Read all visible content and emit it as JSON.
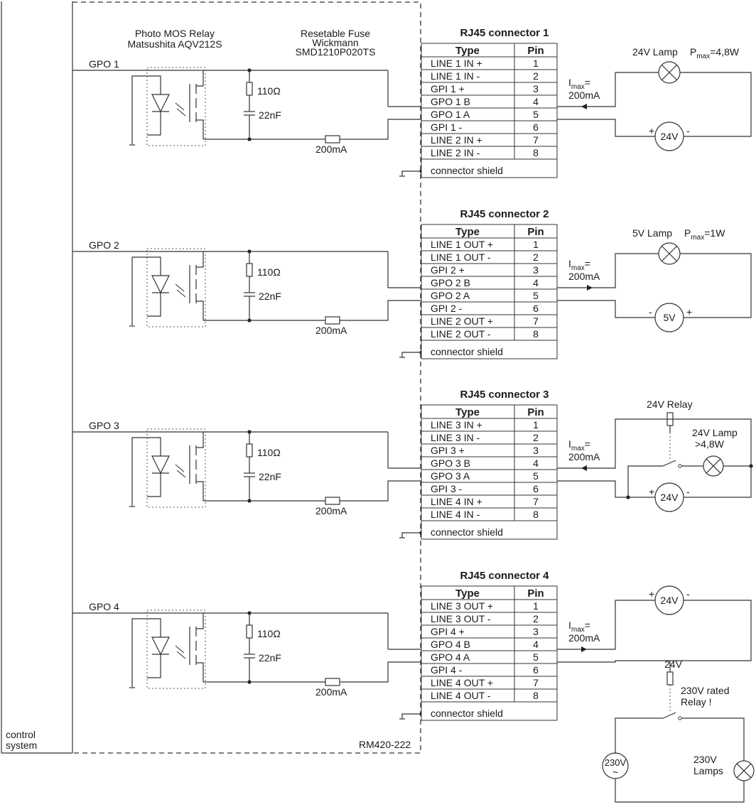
{
  "labels": {
    "relay_line1": "Photo MOS Relay",
    "relay_line2": "Matsushita AQV212S",
    "fuse_line1": "Resetable Fuse",
    "fuse_line2": "Wickmann",
    "fuse_line3": "SMD1210P020TS",
    "control_line1": "control",
    "control_line2": "system",
    "board_id": "RM420-222",
    "resistor": "110",
    "ohm": "Ω",
    "capacitor": "22nF",
    "fuse_rating": "200mA",
    "imax_main": "I",
    "imax_sub": "max",
    "imax_eq": "=",
    "imax_value": "200mA",
    "col_type": "Type",
    "col_pin": "Pin",
    "shield": "connector shield"
  },
  "sections": [
    {
      "gpo": "GPO 1",
      "title": "RJ45 connector 1",
      "rows": [
        {
          "type": "LINE 1 IN +",
          "pin": "1"
        },
        {
          "type": "LINE 1 IN -",
          "pin": "2"
        },
        {
          "type": "GPI 1 +",
          "pin": "3"
        },
        {
          "type": "GPO 1 B",
          "pin": "4"
        },
        {
          "type": "GPO 1 A",
          "pin": "5"
        },
        {
          "type": "GPI 1 -",
          "pin": "6"
        },
        {
          "type": "LINE 2 IN +",
          "pin": "7"
        },
        {
          "type": "LINE 2 IN -",
          "pin": "8"
        }
      ],
      "load": {
        "lamp": "24V Lamp",
        "pmax_p": "P",
        "pmax_sub": "max",
        "pmax_val": "=4,8W",
        "source": "24V",
        "plus": "+",
        "minus": "-"
      }
    },
    {
      "gpo": "GPO 2",
      "title": "RJ45 connector 2",
      "rows": [
        {
          "type": "LINE 1 OUT +",
          "pin": "1"
        },
        {
          "type": "LINE 1 OUT -",
          "pin": "2"
        },
        {
          "type": "GPI 2 +",
          "pin": "3"
        },
        {
          "type": "GPO 2 B",
          "pin": "4"
        },
        {
          "type": "GPO 2 A",
          "pin": "5"
        },
        {
          "type": "GPI 2 -",
          "pin": "6"
        },
        {
          "type": "LINE 2 OUT +",
          "pin": "7"
        },
        {
          "type": "LINE 2 OUT -",
          "pin": "8"
        }
      ],
      "load": {
        "lamp": "5V Lamp",
        "pmax_p": "P",
        "pmax_sub": "max",
        "pmax_val": "=1W",
        "source": "5V",
        "plus": "+",
        "minus": "-"
      }
    },
    {
      "gpo": "GPO 3",
      "title": "RJ45 connector 3",
      "rows": [
        {
          "type": "LINE 3 IN +",
          "pin": "1"
        },
        {
          "type": "LINE 3 IN -",
          "pin": "2"
        },
        {
          "type": "GPI 3 +",
          "pin": "3"
        },
        {
          "type": "GPO 3 B",
          "pin": "4"
        },
        {
          "type": "GPO 3 A",
          "pin": "5"
        },
        {
          "type": "GPI 3 -",
          "pin": "6"
        },
        {
          "type": "LINE 4 IN +",
          "pin": "7"
        },
        {
          "type": "LINE 4 IN -",
          "pin": "8"
        }
      ],
      "load": {
        "relay": "24V Relay",
        "lamp_line1": "24V Lamp",
        "lamp_line2": ">4,8W",
        "source": "24V",
        "plus": "+",
        "minus": "-"
      }
    },
    {
      "gpo": "GPO 4",
      "title": "RJ45 connector 4",
      "rows": [
        {
          "type": "LINE 3 OUT +",
          "pin": "1"
        },
        {
          "type": "LINE 3 OUT -",
          "pin": "2"
        },
        {
          "type": "GPI 4 +",
          "pin": "3"
        },
        {
          "type": "GPO 4 B",
          "pin": "4"
        },
        {
          "type": "GPO 4 A",
          "pin": "5"
        },
        {
          "type": "GPI 4 -",
          "pin": "6"
        },
        {
          "type": "LINE 4 OUT +",
          "pin": "7"
        },
        {
          "type": "LINE 4 OUT -",
          "pin": "8"
        }
      ],
      "load": {
        "source": "24V",
        "plus": "+",
        "minus": "-",
        "relay_coil": "24V",
        "rated_line1": "230V rated",
        "rated_line2": "Relay !",
        "mains": "230V",
        "mains_wave": "~",
        "lamps_line1": "230V",
        "lamps_line2": "Lamps"
      }
    }
  ]
}
